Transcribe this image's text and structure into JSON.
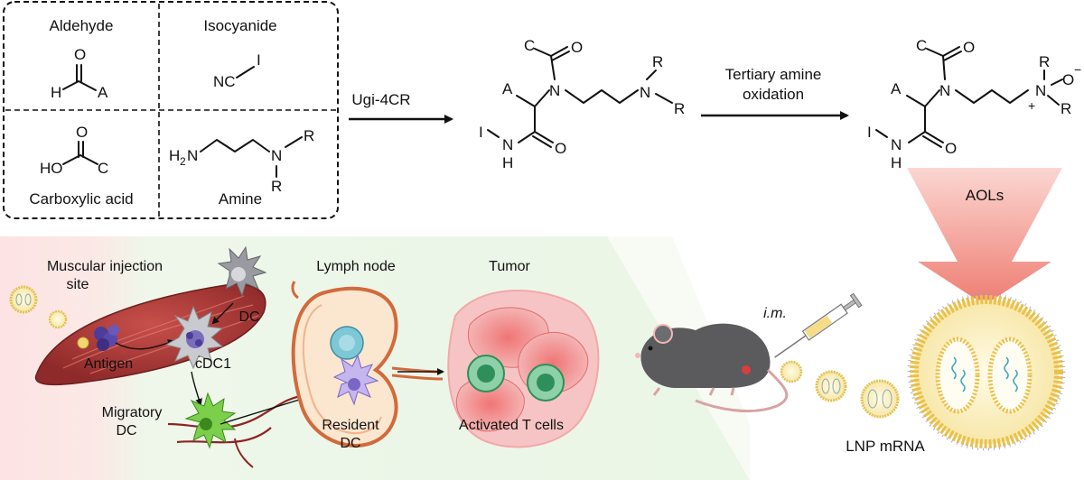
{
  "colors": {
    "A": "#e8786a",
    "C": "#c77ad8",
    "I": "#1e9a5a",
    "R": "#2a8fd6",
    "aols_cone": "#f08a80",
    "muscle_bg": "#fde8e8",
    "body_bg": "#eaf6e6"
  },
  "reagents": {
    "aldehyde": "Aldehyde",
    "isocyanide": "Isocyanide",
    "carboxylic_acid": "Carboxylic acid",
    "amine": "Amine"
  },
  "atoms": {
    "A": "A",
    "C": "C",
    "I": "I",
    "R": "R",
    "O": "O",
    "N": "N",
    "H": "H",
    "HO": "HO",
    "NC": "NC",
    "H2N_H": "H",
    "H2N_2": "2",
    "H2N_N": "N",
    "plus": "+",
    "minus": "−"
  },
  "reaction": {
    "step1": "Ugi-4CR",
    "step2_line1": "Tertiary amine",
    "step2_line2": "oxidation",
    "product_label": "AOLs"
  },
  "biology": {
    "injection_site_line1": "Muscular injection",
    "injection_site_line2": "site",
    "dc": "DC",
    "antigen": "Antigen",
    "cdc1": "cDC1",
    "migratory_dc_line1": "Migratory",
    "migratory_dc_line2": "DC",
    "lymph_node": "Lymph node",
    "resident_dc_line1": "Resident",
    "resident_dc_line2": "DC",
    "tumor": "Tumor",
    "activated_t_cells": "Activated T cells",
    "route": "i.m.",
    "lnp": "LNP mRNA"
  }
}
